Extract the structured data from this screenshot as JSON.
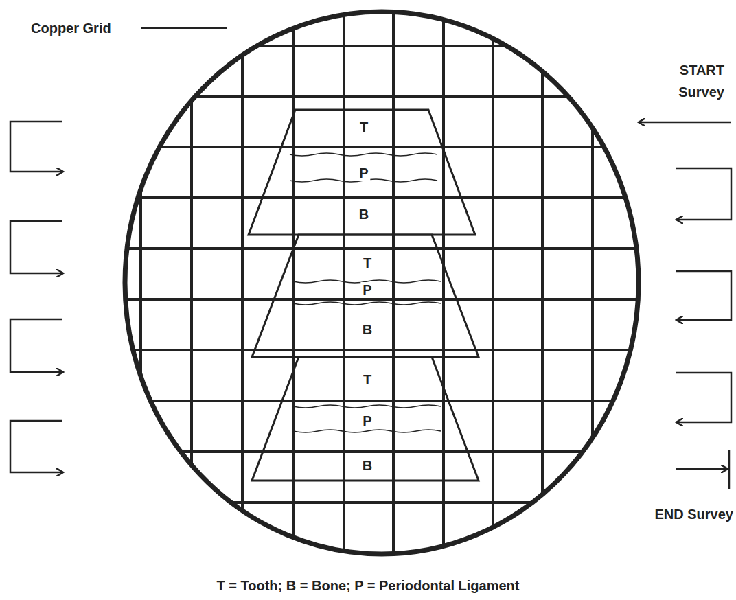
{
  "diagram": {
    "caption": "T = Tooth; B = Bone; P = Periodontal Ligament",
    "nodes": [
      {
        "text": [
          "T",
          "P",
          "B"
        ]
      },
      {
        "text": [
          "T",
          "P",
          "B"
        ]
      },
      {
        "text": [
          "T",
          "P",
          "B"
        ]
      }
    ],
    "labels": [
      "Copper Grid",
      "START Survey",
      "END Survey"
    ]
  }
}
